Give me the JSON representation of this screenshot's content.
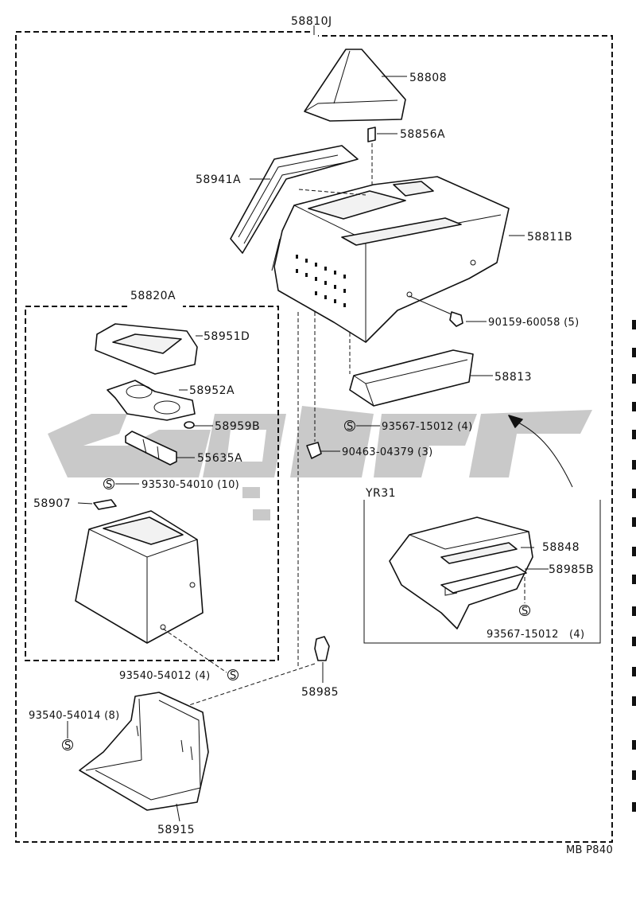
{
  "labels": {
    "p58810J": "58810J",
    "p58808": "58808",
    "p58856A": "58856A",
    "p58941A": "58941A",
    "p58811B": "58811B",
    "p90159": "90159-60058 (5)",
    "p58820A": "58820A",
    "p58951D": "58951D",
    "p58952A": "58952A",
    "p58959B": "58959B",
    "p55635A": "55635A",
    "p93530": "93530-54010 (10)",
    "p58907": "58907",
    "p58813": "58813",
    "p93567a": "93567-15012 (4)",
    "p90463": "90463-04379 (3)",
    "yr31": "YR31",
    "p58848": "58848",
    "p58985B": "58985B",
    "p93567b": "93567-15012",
    "p93567b_qty": "(4)",
    "p93540_12": "93540-54012 (4)",
    "p58985": "58985",
    "p93540_14": "93540-54014 (8)",
    "p58915": "58915",
    "figure_code": "MB P840",
    "s_symbol": "S"
  },
  "icons": [
    "s-washer-icon"
  ],
  "colors": {
    "line": "#111111",
    "watermark": "#bfbfbf"
  }
}
